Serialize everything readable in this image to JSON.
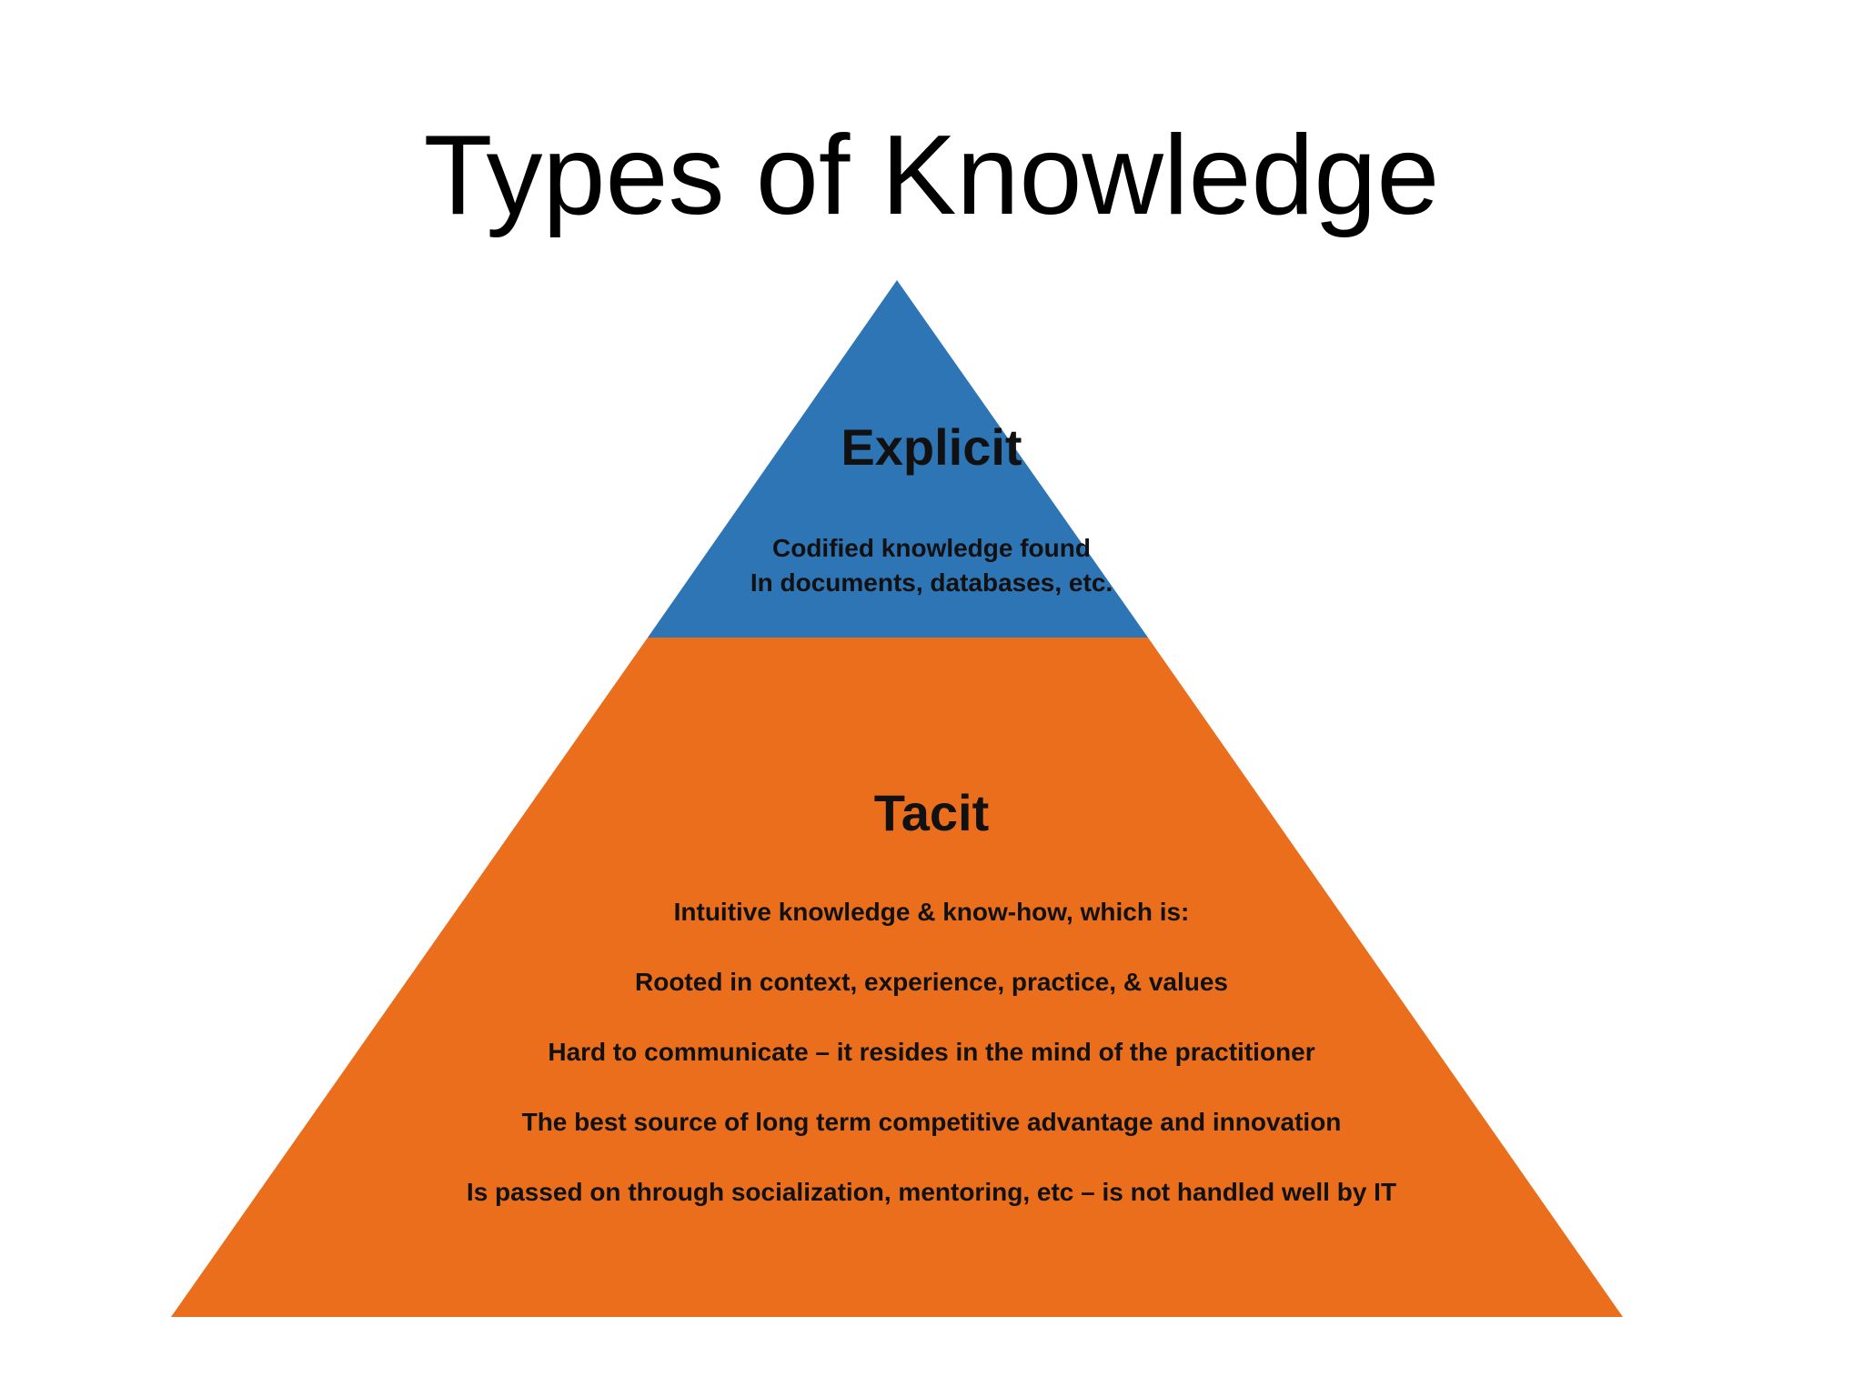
{
  "title": "Types of Knowledge",
  "colors": {
    "explicit_fill": "#2E75B6",
    "tacit_fill": "#EA6E1B",
    "background": "#FFFFFF",
    "text": "#111111"
  },
  "explicit": {
    "heading": "Explicit",
    "description_lines": [
      "Codified knowledge found",
      "In documents, databases, etc."
    ]
  },
  "tacit": {
    "heading": "Tacit",
    "lines": [
      "Intuitive knowledge & know-how, which is:",
      "Rooted in context, experience, practice, & values",
      "Hard to communicate – it resides in the mind of the practitioner",
      "The best source of long term competitive advantage and  innovation",
      "Is passed on through socialization, mentoring, etc – is not handled well by IT"
    ]
  }
}
